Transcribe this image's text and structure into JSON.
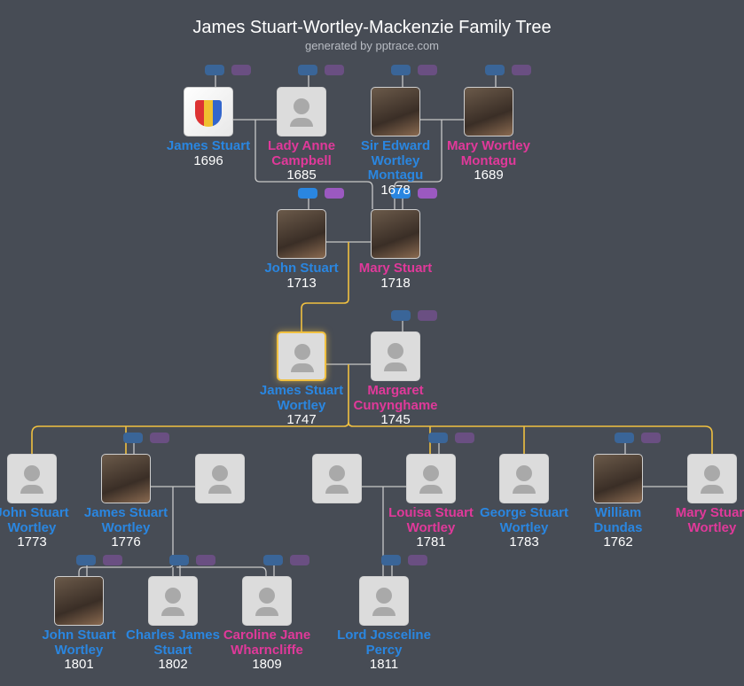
{
  "header": {
    "title": "James Stuart-Wortley-Mackenzie Family Tree",
    "subtitle": "generated by pptrace.com"
  },
  "colors": {
    "background": "#474c55",
    "male": "#2a86e0",
    "female": "#e0399a",
    "lineage": "#f0c040",
    "line": "#c8c8c8"
  },
  "people": [
    {
      "id": "james-stuart",
      "name": "James Stuart",
      "year": "1696",
      "sex": "m",
      "image": "crest"
    },
    {
      "id": "lady-anne-campbell",
      "name": "Lady Anne Campbell",
      "year": "1685",
      "sex": "f",
      "image": "placeholder"
    },
    {
      "id": "sir-edward-wortley-montagu",
      "name": "Sir Edward Wortley Montagu",
      "year": "1678",
      "sex": "m",
      "image": "photo"
    },
    {
      "id": "mary-wortley-montagu",
      "name": "Mary Wortley Montagu",
      "year": "1689",
      "sex": "f",
      "image": "photo"
    },
    {
      "id": "john-stuart",
      "name": "John Stuart",
      "year": "1713",
      "sex": "m",
      "image": "photo"
    },
    {
      "id": "mary-stuart",
      "name": "Mary Stuart",
      "year": "1718",
      "sex": "f",
      "image": "photo"
    },
    {
      "id": "james-stuart-wortley-1747",
      "name": "James Stuart Wortley",
      "year": "1747",
      "sex": "m",
      "image": "placeholder",
      "selected": true
    },
    {
      "id": "margaret-cunynghame",
      "name": "Margaret Cunynghame",
      "year": "1745",
      "sex": "f",
      "image": "placeholder"
    },
    {
      "id": "john-stuart-wortley-1773",
      "name": "John Stuart Wortley",
      "year": "1773",
      "sex": "m",
      "image": "placeholder"
    },
    {
      "id": "james-stuart-wortley-1776",
      "name": "James Stuart Wortley",
      "year": "1776",
      "sex": "m",
      "image": "photo"
    },
    {
      "id": "spouse-unknown-1",
      "name": "",
      "year": "",
      "sex": "f",
      "image": "placeholder"
    },
    {
      "id": "spouse-unknown-2",
      "name": "",
      "year": "",
      "sex": "m",
      "image": "placeholder"
    },
    {
      "id": "louisa-stuart-wortley",
      "name": "Louisa Stuart Wortley",
      "year": "1781",
      "sex": "f",
      "image": "placeholder"
    },
    {
      "id": "george-stuart-wortley",
      "name": "George Stuart Wortley",
      "year": "1783",
      "sex": "m",
      "image": "placeholder"
    },
    {
      "id": "william-dundas",
      "name": "William Dundas",
      "year": "1762",
      "sex": "m",
      "image": "photo"
    },
    {
      "id": "mary-stuart-wortley",
      "name": "Mary Stuart Wortley",
      "year": "",
      "sex": "f",
      "image": "placeholder"
    },
    {
      "id": "john-stuart-wortley-1801",
      "name": "John Stuart Wortley",
      "year": "1801",
      "sex": "m",
      "image": "photo"
    },
    {
      "id": "charles-james-stuart",
      "name": "Charles James Stuart",
      "year": "1802",
      "sex": "m",
      "image": "placeholder"
    },
    {
      "id": "caroline-jane-wharncliffe",
      "name": "Caroline Jane Wharncliffe",
      "year": "1809",
      "sex": "f",
      "image": "placeholder"
    },
    {
      "id": "lord-josceline-percy",
      "name": "Lord Josceline Percy",
      "year": "1811",
      "sex": "m",
      "image": "placeholder"
    }
  ]
}
